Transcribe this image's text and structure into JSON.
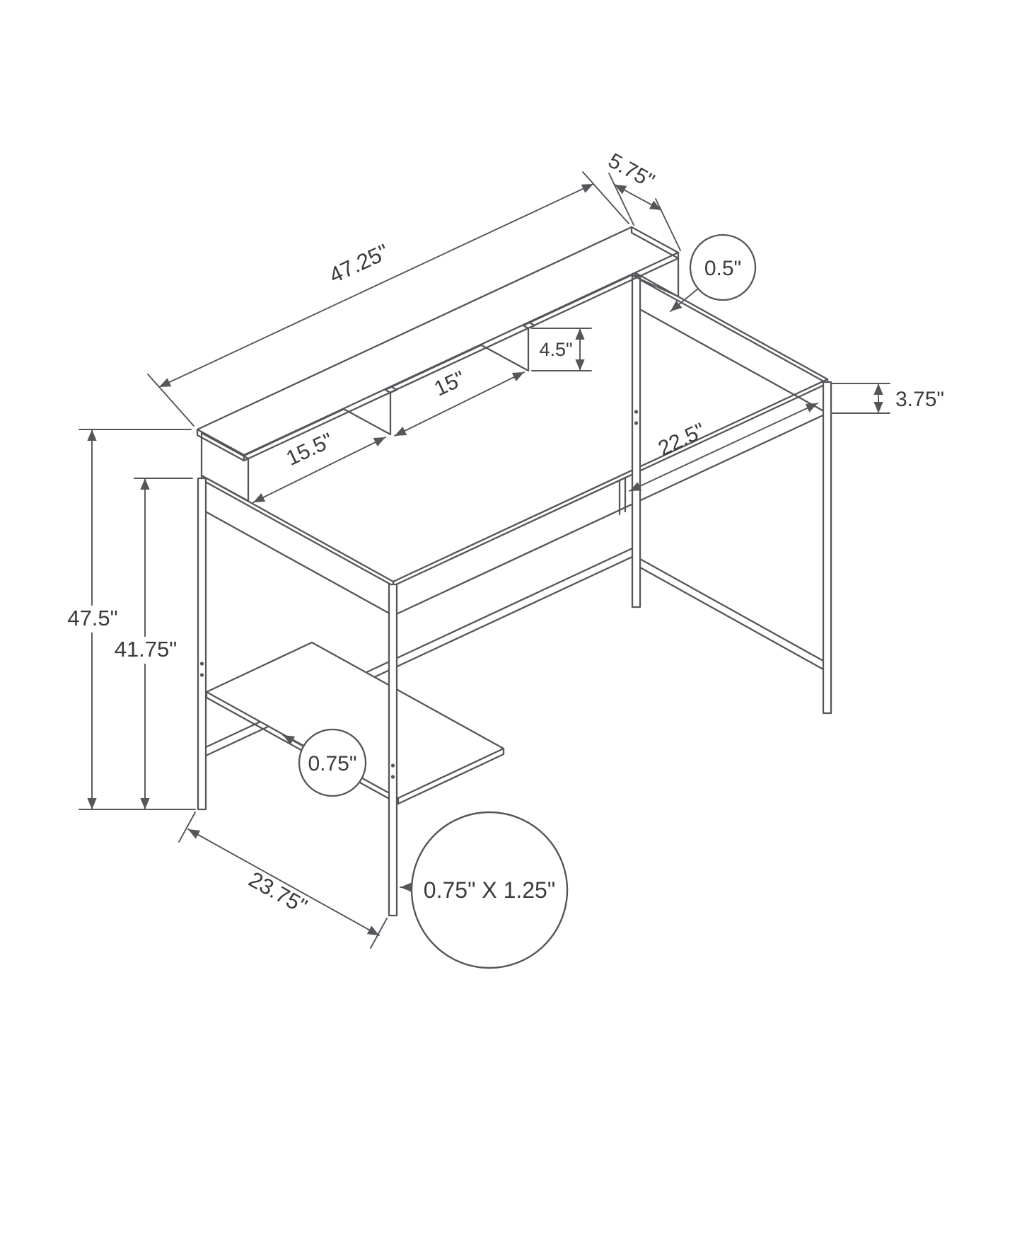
{
  "diagram": {
    "type": "furniture-dimension-drawing",
    "subject": "computer desk with hutch shelf",
    "colors": {
      "line": "#55565a",
      "label": "#3a3b3f",
      "background": "#ffffff"
    },
    "labels": {
      "shelf_depth": "5.75\"",
      "overall_width": "47.25\"",
      "top_thickness": "0.5\"",
      "hutch_opening_height": "4.5\"",
      "center_cubby_width": "15\"",
      "apron_height": "3.75\"",
      "side_cubby_width": "15.5\"",
      "clear_depth": "22.5\"",
      "overall_height": "47.5\"",
      "desktop_height": "41.75\"",
      "panel_thickness": "0.75\"",
      "base_depth": "23.75\"",
      "leg_tube_size": "0.75\" X 1.25\""
    }
  }
}
